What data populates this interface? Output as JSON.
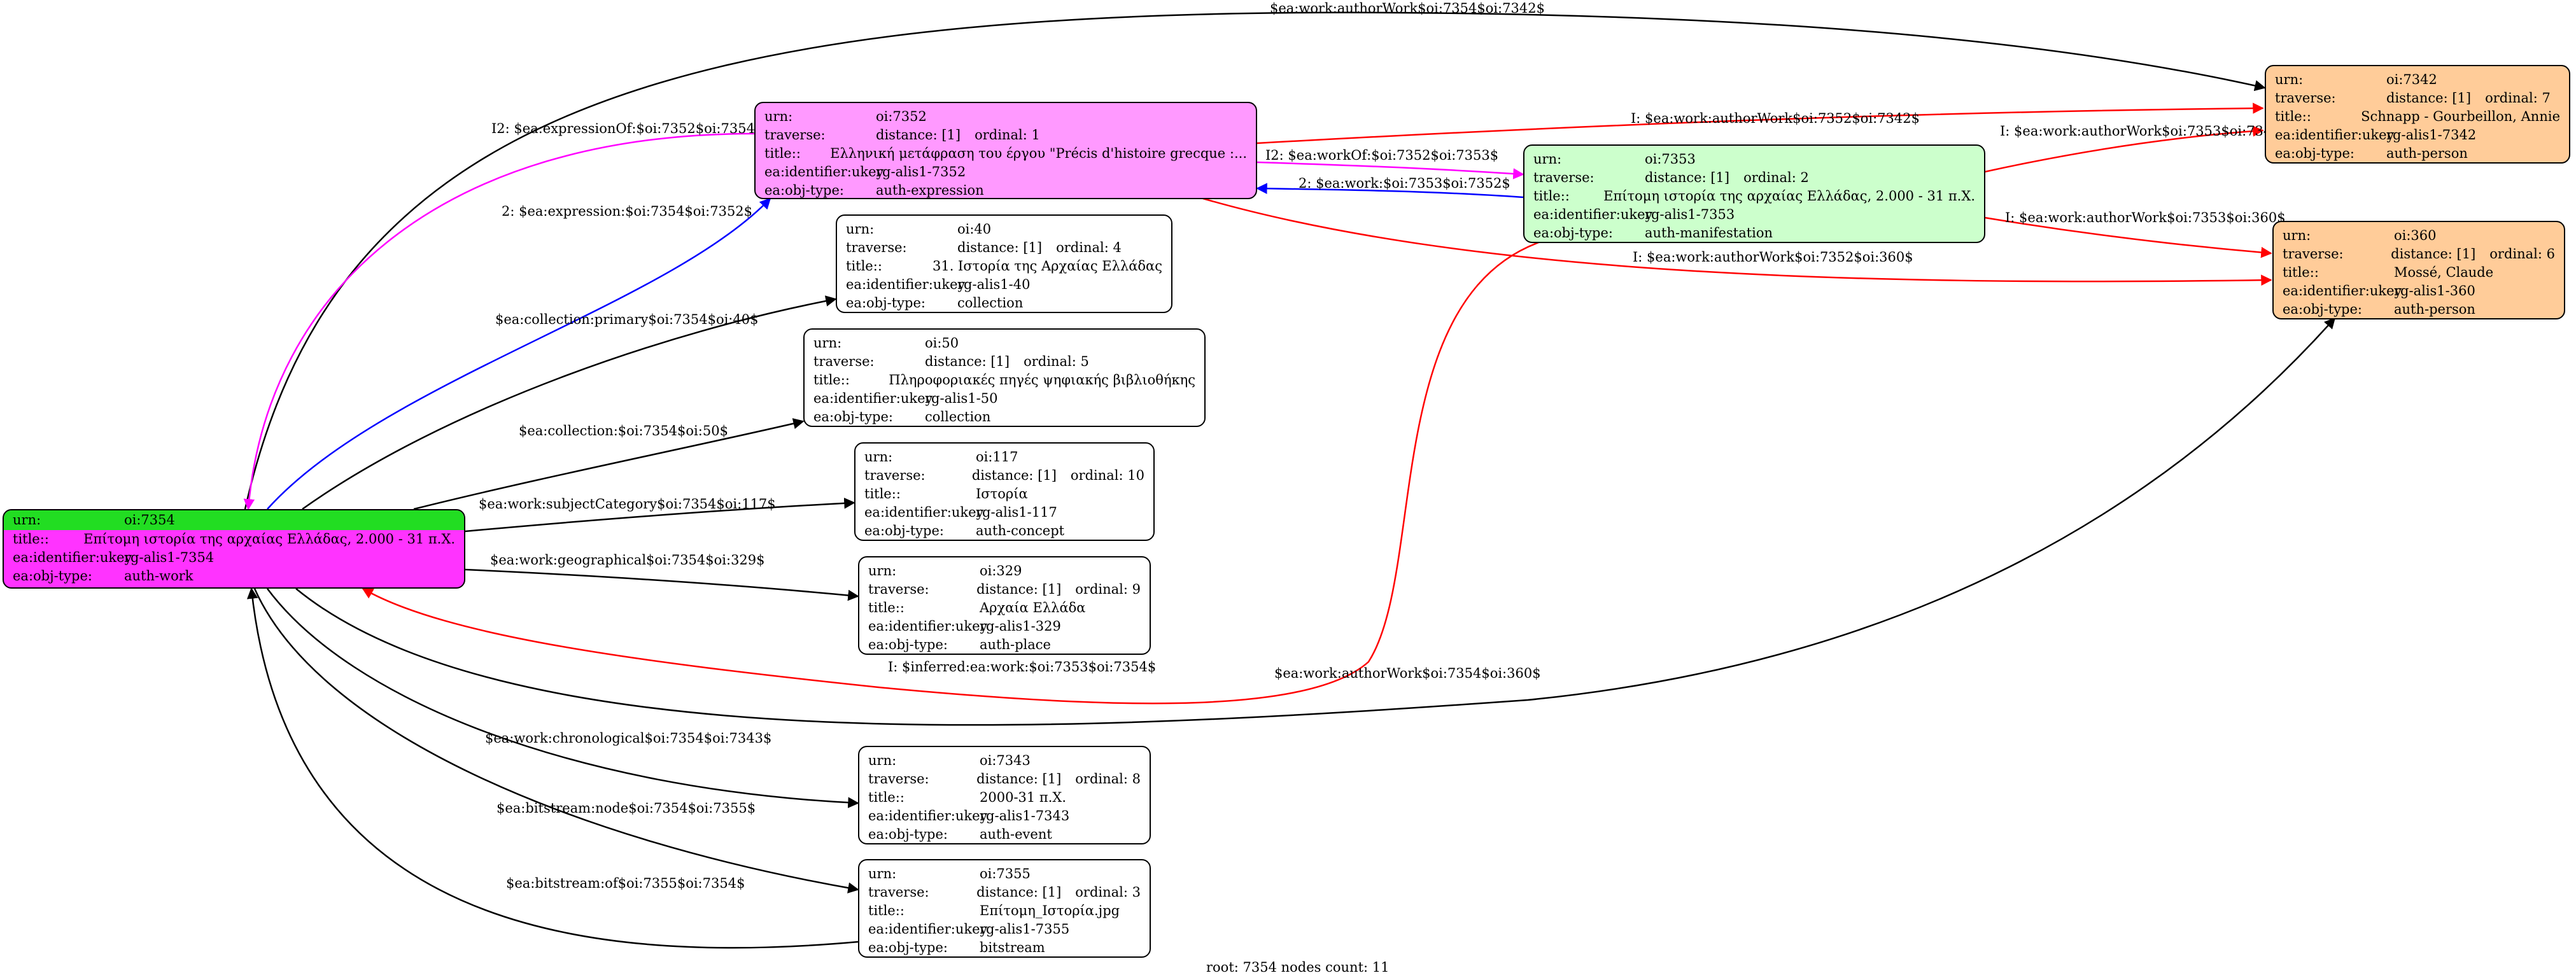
{
  "colors": {
    "root_bg": "#ff33ff",
    "root_header": "#22dd22",
    "expression_bg": "#ff99ff",
    "manifestation_bg": "#ccffcc",
    "person_bg": "#ffcc99",
    "plain_bg": "#ffffff",
    "edge_black": "#000000",
    "edge_red": "#ff0000",
    "edge_blue": "#0000ff",
    "edge_magenta": "#ff00ff"
  },
  "nodes": {
    "n7354": {
      "urn_key": "urn:",
      "urn": "oi:7354",
      "title_key": "title::",
      "title": "Επίτομη ιστορία της αρχαίας Ελλάδας, 2.000 - 31 π.Χ.",
      "ukey_key": "ea:identifier:ukey",
      "ukey": "rg-alis1-7354",
      "type_key": "ea:obj-type:",
      "type": "auth-work"
    },
    "n7352": {
      "urn_key": "urn:",
      "urn": "oi:7352",
      "trav_key": "traverse:",
      "distance": "distance: [1]",
      "ordinal": "ordinal: 1",
      "title_key": "title::",
      "title": "Ελληνική μετάφραση του έργου \"Précis d'histoire grecque :...",
      "ukey_key": "ea:identifier:ukey",
      "ukey": "rg-alis1-7352",
      "type_key": "ea:obj-type:",
      "type": "auth-expression"
    },
    "n7353": {
      "urn_key": "urn:",
      "urn": "oi:7353",
      "trav_key": "traverse:",
      "distance": "distance: [1]",
      "ordinal": "ordinal: 2",
      "title_key": "title::",
      "title": "Επίτομη ιστορία της αρχαίας Ελλάδας, 2.000 - 31 π.Χ.",
      "ukey_key": "ea:identifier:ukey",
      "ukey": "rg-alis1-7353",
      "type_key": "ea:obj-type:",
      "type": "auth-manifestation"
    },
    "n7342": {
      "urn_key": "urn:",
      "urn": "oi:7342",
      "trav_key": "traverse:",
      "distance": "distance: [1]",
      "ordinal": "ordinal: 7",
      "title_key": "title::",
      "title": "Schnapp - Gourbeillon, Annie",
      "ukey_key": "ea:identifier:ukey",
      "ukey": "rg-alis1-7342",
      "type_key": "ea:obj-type:",
      "type": "auth-person"
    },
    "n360": {
      "urn_key": "urn:",
      "urn": "oi:360",
      "trav_key": "traverse:",
      "distance": "distance: [1]",
      "ordinal": "ordinal: 6",
      "title_key": "title::",
      "title": "Mossé, Claude",
      "ukey_key": "ea:identifier:ukey",
      "ukey": "rg-alis1-360",
      "type_key": "ea:obj-type:",
      "type": "auth-person"
    },
    "n40": {
      "urn_key": "urn:",
      "urn": "oi:40",
      "trav_key": "traverse:",
      "distance": "distance: [1]",
      "ordinal": "ordinal: 4",
      "title_key": "title::",
      "title": "31. Ιστορία της Αρχαίας Ελλάδας",
      "ukey_key": "ea:identifier:ukey",
      "ukey": "rg-alis1-40",
      "type_key": "ea:obj-type:",
      "type": "collection"
    },
    "n50": {
      "urn_key": "urn:",
      "urn": "oi:50",
      "trav_key": "traverse:",
      "distance": "distance: [1]",
      "ordinal": "ordinal: 5",
      "title_key": "title::",
      "title": "Πληροφοριακές πηγές ψηφιακής βιβλιοθήκης",
      "ukey_key": "ea:identifier:ukey",
      "ukey": "rg-alis1-50",
      "type_key": "ea:obj-type:",
      "type": "collection"
    },
    "n117": {
      "urn_key": "urn:",
      "urn": "oi:117",
      "trav_key": "traverse:",
      "distance": "distance: [1]",
      "ordinal": "ordinal: 10",
      "title_key": "title::",
      "title": "Ιστορία",
      "ukey_key": "ea:identifier:ukey",
      "ukey": "rg-alis1-117",
      "type_key": "ea:obj-type:",
      "type": "auth-concept"
    },
    "n329": {
      "urn_key": "urn:",
      "urn": "oi:329",
      "trav_key": "traverse:",
      "distance": "distance: [1]",
      "ordinal": "ordinal: 9",
      "title_key": "title::",
      "title": "Αρχαία Ελλάδα",
      "ukey_key": "ea:identifier:ukey",
      "ukey": "rg-alis1-329",
      "type_key": "ea:obj-type:",
      "type": "auth-place"
    },
    "n7343": {
      "urn_key": "urn:",
      "urn": "oi:7343",
      "trav_key": "traverse:",
      "distance": "distance: [1]",
      "ordinal": "ordinal: 8",
      "title_key": "title::",
      "title": "2000-31 π.Χ.",
      "ukey_key": "ea:identifier:ukey",
      "ukey": "rg-alis1-7343",
      "type_key": "ea:obj-type:",
      "type": "auth-event"
    },
    "n7355": {
      "urn_key": "urn:",
      "urn": "oi:7355",
      "trav_key": "traverse:",
      "distance": "distance: [1]",
      "ordinal": "ordinal: 3",
      "title_key": "title::",
      "title": "Επίτομη_Ιστορία.jpg",
      "ukey_key": "ea:identifier:ukey",
      "ukey": "rg-alis1-7355",
      "type_key": "ea:obj-type:",
      "type": "bitstream"
    }
  },
  "edges": {
    "e_author_7342": "$ea:work:authorWork$oi:7354$oi:7342$",
    "e_exprof": "I2: $ea:expressionOf:$oi:7352$oi:7354$",
    "e_expr": "2: $ea:expression:$oi:7354$oi:7352$",
    "e_coll40": "$ea:collection:primary$oi:7354$oi:40$",
    "e_coll50": "$ea:collection:$oi:7354$oi:50$",
    "e_subj": "$ea:work:subjectCategory$oi:7354$oi:117$",
    "e_geo": "$ea:work:geographical$oi:7354$oi:329$",
    "e_inferred": "I: $inferred:ea:work:$oi:7353$oi:7354$",
    "e_author_360": "$ea:work:authorWork$oi:7354$oi:360$",
    "e_chron": "$ea:work:chronological$oi:7354$oi:7343$",
    "e_bitnode": "$ea:bitstream:node$oi:7354$oi:7355$",
    "e_bitof": "$ea:bitstream:of$oi:7355$oi:7354$",
    "e_i_7352_7342": "I: $ea:work:authorWork$oi:7352$oi:7342$",
    "e_workof": "I2: $ea:workOf:$oi:7352$oi:7353$",
    "e_work": "2: $ea:work:$oi:7353$oi:7352$",
    "e_i_7352_360": "I: $ea:work:authorWork$oi:7352$oi:360$",
    "e_i_7353_7342": "I: $ea:work:authorWork$oi:7353$oi:7342$",
    "e_i_7353_360": "I: $ea:work:authorWork$oi:7353$oi:360$"
  },
  "footer": "root: 7354 nodes count: 11"
}
